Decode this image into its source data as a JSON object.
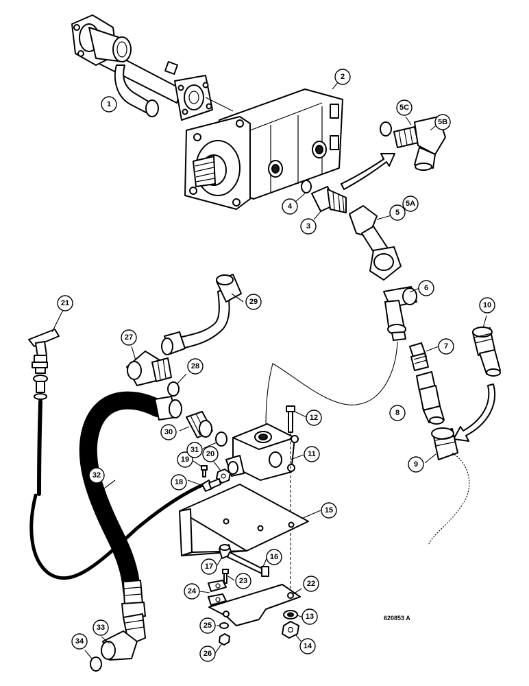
{
  "drawing_code": "620853 A",
  "callouts": [
    {
      "id": "c1",
      "label": "1"
    },
    {
      "id": "c2",
      "label": "2"
    },
    {
      "id": "c3",
      "label": "3"
    },
    {
      "id": "c4",
      "label": "4"
    },
    {
      "id": "c5",
      "label": "5"
    },
    {
      "id": "c5a",
      "label": "5A"
    },
    {
      "id": "c5b",
      "label": "5B"
    },
    {
      "id": "c5c",
      "label": "5C"
    },
    {
      "id": "c6",
      "label": "6"
    },
    {
      "id": "c7",
      "label": "7"
    },
    {
      "id": "c8",
      "label": "8"
    },
    {
      "id": "c9",
      "label": "9"
    },
    {
      "id": "c10",
      "label": "10"
    },
    {
      "id": "c11",
      "label": "11"
    },
    {
      "id": "c12",
      "label": "12"
    },
    {
      "id": "c13",
      "label": "13"
    },
    {
      "id": "c14",
      "label": "14"
    },
    {
      "id": "c15",
      "label": "15"
    },
    {
      "id": "c16",
      "label": "16"
    },
    {
      "id": "c17",
      "label": "17"
    },
    {
      "id": "c18",
      "label": "18"
    },
    {
      "id": "c19",
      "label": "19"
    },
    {
      "id": "c20",
      "label": "20"
    },
    {
      "id": "c21",
      "label": "21"
    },
    {
      "id": "c22",
      "label": "22"
    },
    {
      "id": "c23",
      "label": "23"
    },
    {
      "id": "c24",
      "label": "24"
    },
    {
      "id": "c25",
      "label": "25"
    },
    {
      "id": "c26",
      "label": "26"
    },
    {
      "id": "c27",
      "label": "27"
    },
    {
      "id": "c28",
      "label": "28"
    },
    {
      "id": "c29",
      "label": "29"
    },
    {
      "id": "c30",
      "label": "30"
    },
    {
      "id": "c31",
      "label": "31"
    },
    {
      "id": "c32",
      "label": "32"
    },
    {
      "id": "c33",
      "label": "33"
    },
    {
      "id": "c34",
      "label": "34"
    }
  ]
}
